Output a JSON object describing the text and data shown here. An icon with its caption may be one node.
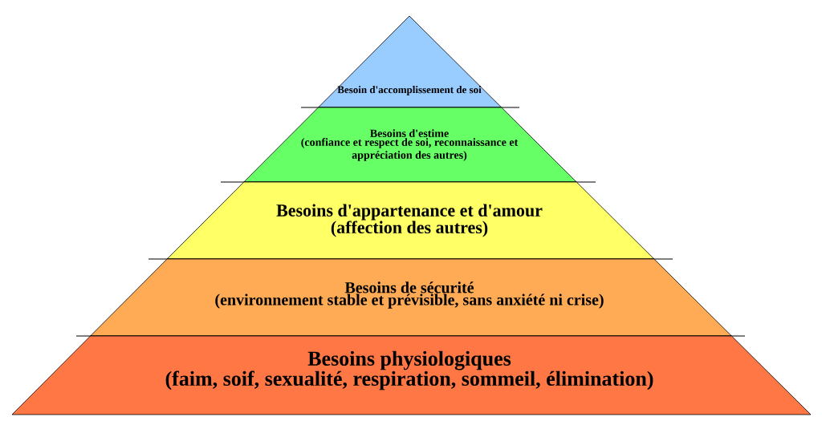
{
  "diagram": {
    "nodes": [
      {
        "text": [
          "Besoin d'accomplissement de soi"
        ]
      },
      {
        "text": [
          "Besoins d'estime",
          "(confiance et respect de soi, reconnaissance et appréciation des autres)"
        ]
      },
      {
        "text": [
          "Besoins d'appartenance et d'amour",
          "(affection des autres)"
        ]
      },
      {
        "text": [
          "Besoins de sécurité",
          "(environnement stable et prévisible, sans anxiété ni crise)"
        ]
      },
      {
        "text": [
          "Besoins physiologiques",
          "(faim, soif, sexualité, respiration, sommeil, élimination)"
        ]
      }
    ]
  }
}
